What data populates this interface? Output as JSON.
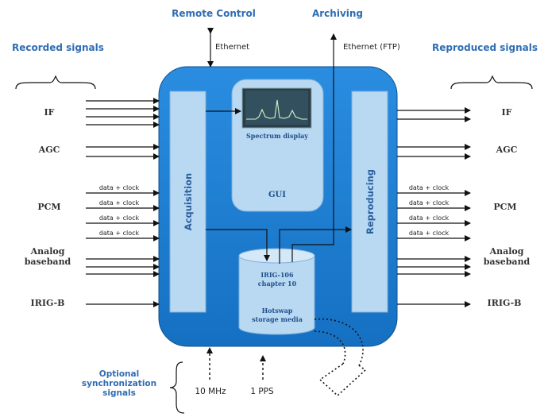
{
  "headings": {
    "remote_control": "Remote Control",
    "archiving": "Archiving",
    "recorded_signals": "Recorded signals",
    "reproduced_signals": "Reproduced signals"
  },
  "ethernet": {
    "left": "Ethernet",
    "right": "Ethernet (FTP)"
  },
  "inputs": [
    {
      "label": "IF"
    },
    {
      "label": "AGC"
    },
    {
      "label": "PCM"
    },
    {
      "label": "Analog"
    },
    {
      "label": "baseband"
    },
    {
      "label": "IRIG-B"
    }
  ],
  "outputs": [
    {
      "label": "IF"
    },
    {
      "label": "AGC"
    },
    {
      "label": "PCM"
    },
    {
      "label": "Analog"
    },
    {
      "label": "baseband"
    },
    {
      "label": "IRIG-B"
    }
  ],
  "data_clock_label": "data + clock",
  "blocks": {
    "acquisition": "Acquisition",
    "reproducing": "Reproducing",
    "spectrum_display": "Spectrum display",
    "gui": "GUI",
    "storage_line1": "IRIG-106",
    "storage_line2": "chapter 10",
    "storage_line3": "Hotswap",
    "storage_line4": "storage media"
  },
  "sync": {
    "line1": "Optional",
    "line2": "synchronization",
    "line3": "signals",
    "mhz": "10 MHz",
    "pps": "1 PPS"
  },
  "colors": {
    "main_box": "#1a7fd1",
    "panel": "#b9d8f2",
    "heading_blue": "#2f6db3"
  }
}
